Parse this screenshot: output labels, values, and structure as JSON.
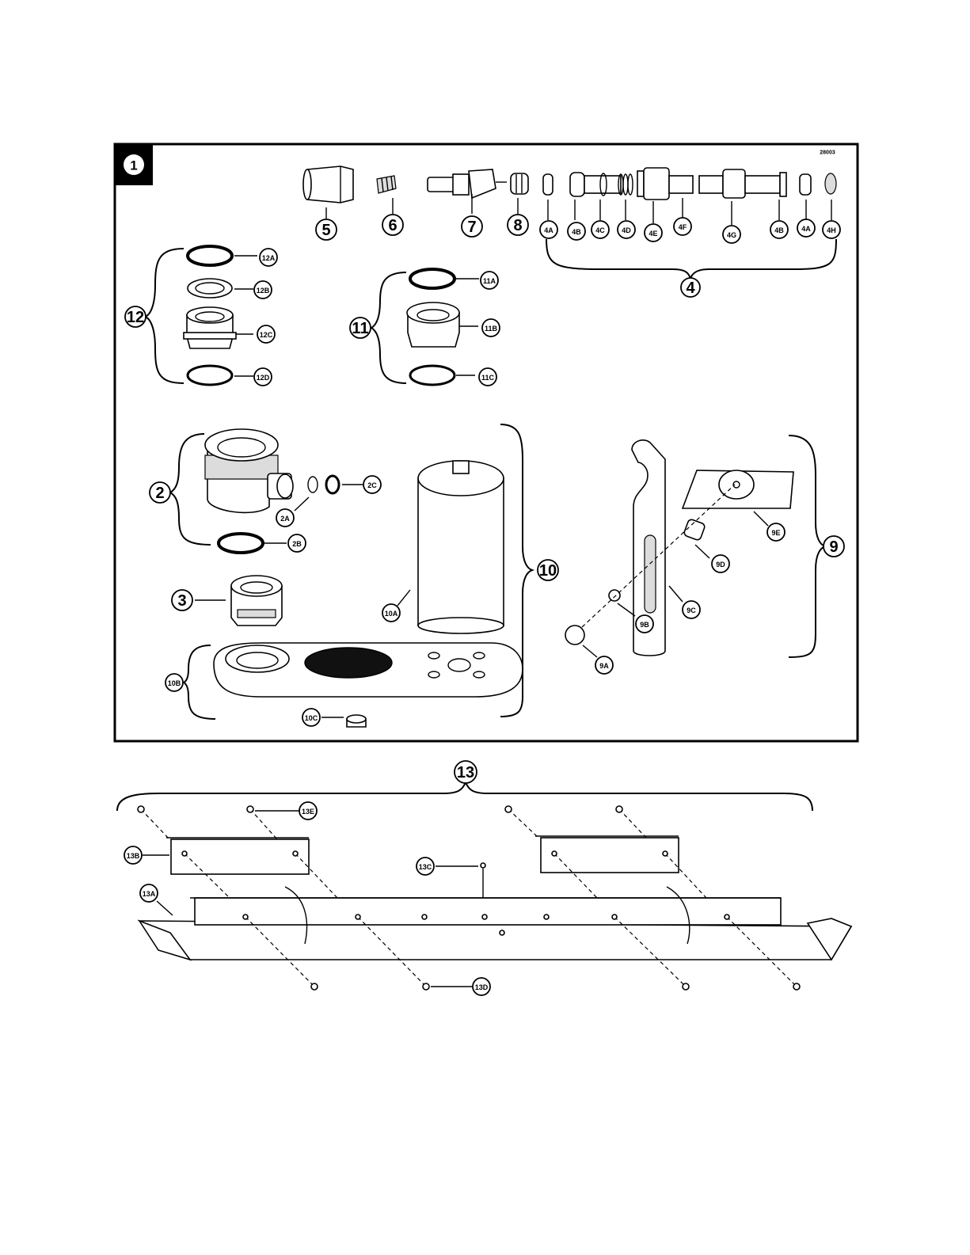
{
  "figure": {
    "figure_number": "1",
    "drawing_code": "28003"
  },
  "callouts": [
    {
      "id": "c4",
      "text": "4"
    },
    {
      "id": "c4A",
      "text": "4A"
    },
    {
      "id": "c4B",
      "text": "4B"
    },
    {
      "id": "c4C",
      "text": "4C"
    },
    {
      "id": "c4D",
      "text": "4D"
    },
    {
      "id": "c4E",
      "text": "4E"
    },
    {
      "id": "c4F",
      "text": "4F"
    },
    {
      "id": "c4G",
      "text": "4G"
    },
    {
      "id": "c4B2",
      "text": "4B"
    },
    {
      "id": "c4A2",
      "text": "4A"
    },
    {
      "id": "c4H",
      "text": "4H"
    },
    {
      "id": "c5",
      "text": "5"
    },
    {
      "id": "c6",
      "text": "6"
    },
    {
      "id": "c7",
      "text": "7"
    },
    {
      "id": "c8",
      "text": "8"
    },
    {
      "id": "c12",
      "text": "12"
    },
    {
      "id": "c12A",
      "text": "12A"
    },
    {
      "id": "c12B",
      "text": "12B"
    },
    {
      "id": "c12C",
      "text": "12C"
    },
    {
      "id": "c12D",
      "text": "12D"
    },
    {
      "id": "c11",
      "text": "11"
    },
    {
      "id": "c11A",
      "text": "11A"
    },
    {
      "id": "c11B",
      "text": "11B"
    },
    {
      "id": "c11C",
      "text": "11C"
    },
    {
      "id": "c2",
      "text": "2"
    },
    {
      "id": "c2A",
      "text": "2A"
    },
    {
      "id": "c2B",
      "text": "2B"
    },
    {
      "id": "c2C",
      "text": "2C"
    },
    {
      "id": "c3",
      "text": "3"
    },
    {
      "id": "c10",
      "text": "10"
    },
    {
      "id": "c10A",
      "text": "10A"
    },
    {
      "id": "c10B",
      "text": "10B"
    },
    {
      "id": "c10C",
      "text": "10C"
    },
    {
      "id": "c9",
      "text": "9"
    },
    {
      "id": "c9A",
      "text": "9A"
    },
    {
      "id": "c9B",
      "text": "9B"
    },
    {
      "id": "c9C",
      "text": "9C"
    },
    {
      "id": "c9D",
      "text": "9D"
    },
    {
      "id": "c9E",
      "text": "9E"
    },
    {
      "id": "c13",
      "text": "13"
    },
    {
      "id": "c13A",
      "text": "13A"
    },
    {
      "id": "c13B",
      "text": "13B"
    },
    {
      "id": "c13C",
      "text": "13C"
    },
    {
      "id": "c13D",
      "text": "13D"
    },
    {
      "id": "c13E",
      "text": "13E"
    }
  ]
}
